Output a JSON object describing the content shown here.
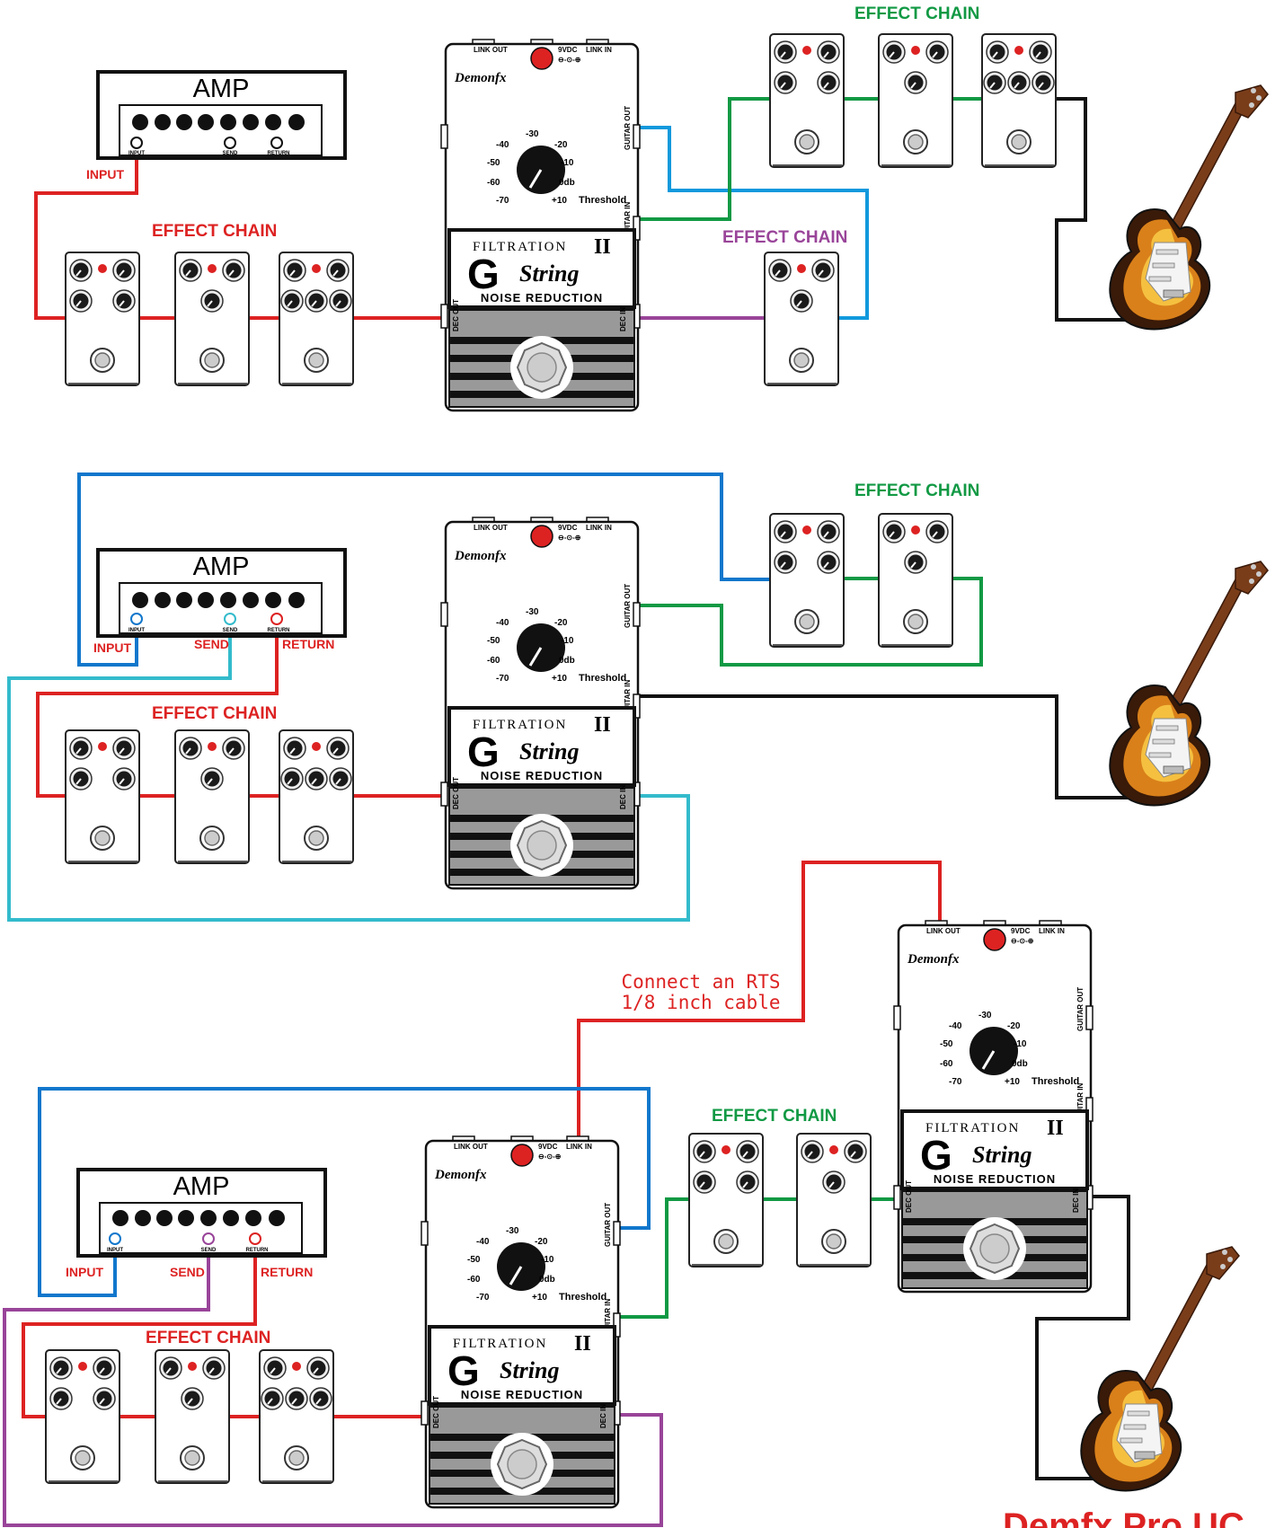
{
  "colors": {
    "red": "#dd2222",
    "blue": "#1177cc",
    "green": "#119944",
    "purple": "#994499",
    "cyan": "#33bbcc",
    "black": "#111111",
    "effect_chain_red": "#dd2222",
    "effect_chain_green": "#119944",
    "effect_chain_purple": "#994499"
  },
  "amp": {
    "title": "AMP",
    "jack_input": "INPUT",
    "jack_send": "SEND",
    "jack_return": "RETURN"
  },
  "pedal": {
    "brand": "Demonfx",
    "link_out": "LINK OUT",
    "link_in": "LINK IN",
    "power": "9VDC",
    "guitar_out": "GUITAR OUT",
    "guitar_in": "GUITAR IN",
    "dec_out": "DEC OUT",
    "dec_in": "DEC IN",
    "filtration": "FILTRATION",
    "roman": "II",
    "g": "G",
    "string": "String",
    "noise_reduction": "NOISE REDUCTION",
    "threshold": "Threshold",
    "scale": [
      "-40",
      "-30",
      "-20",
      "-50",
      "-10",
      "-60",
      "0db",
      "-70",
      "+10"
    ]
  },
  "labels": {
    "effect_chain": "EFFECT CHAIN",
    "input": "INPUT",
    "send": "SEND",
    "return": "RETURN",
    "rts_line1": "Connect an RTS",
    "rts_line2": "1/8 inch cable",
    "footer": "Demfx.Pro.UC"
  },
  "icons": [
    "guitar-icon",
    "footswitch-icon",
    "knob-icon",
    "led-icon"
  ]
}
